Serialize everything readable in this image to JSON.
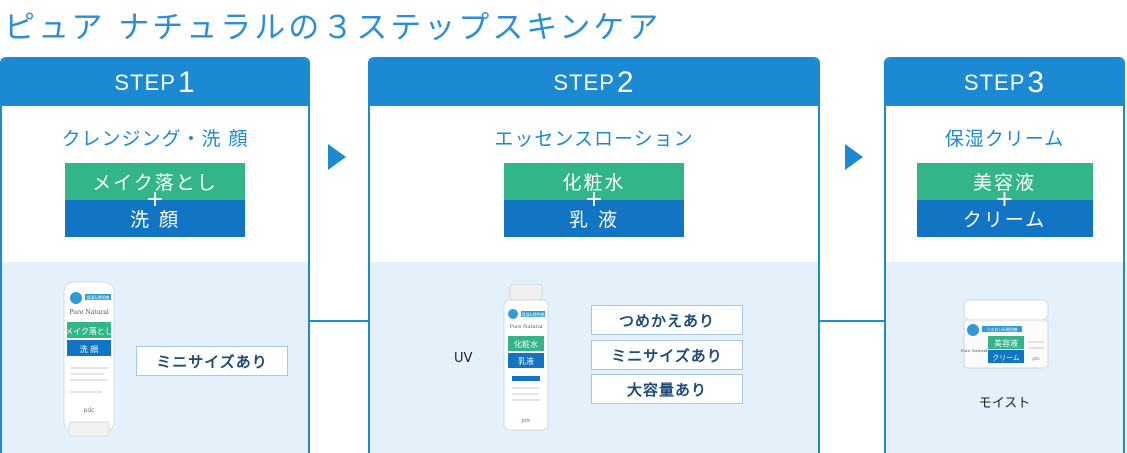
{
  "title": "ピュア ナチュラルの３ステップスキンケア",
  "steps": [
    {
      "step_word": "STEP",
      "step_num": "1",
      "subtitle": "クレンジング・洗 顔",
      "combo_top": "メイク落とし",
      "combo_plus": "+",
      "combo_bottom": "洗 顔",
      "tags": [
        "ミニサイズあり"
      ],
      "product": {
        "badge": "保湿&透明感",
        "brand": "Pure Natural",
        "name_top": "メイク落とし",
        "name_bottom": "洗 顔",
        "maker": "pdc"
      }
    },
    {
      "step_word": "STEP",
      "step_num": "2",
      "subtitle": "エッセンスローション",
      "combo_top": "化粧水",
      "combo_plus": "+",
      "combo_bottom": "乳 液",
      "label": "UV",
      "tags": [
        "つめかえあり",
        "ミニサイズあり",
        "大容量あり"
      ],
      "product": {
        "badge": "保湿&透明感",
        "brand": "Pure Natural",
        "name_top": "化粧水",
        "name_bottom": "乳液",
        "maker": "pdc"
      }
    },
    {
      "step_word": "STEP",
      "step_num": "3",
      "subtitle": "保湿クリーム",
      "combo_top": "美容液",
      "combo_plus": "+",
      "combo_bottom": "クリーム",
      "label": "モイスト",
      "tags": [],
      "product": {
        "badge": "うるおい&透明感",
        "brand": "Pure Natural",
        "name_top": "美容液",
        "name_bottom": "クリーム",
        "maker": "pdc"
      }
    }
  ],
  "colors": {
    "blue": "#1b8ad3",
    "green": "#33b58a",
    "navy": "#1275c3",
    "panel": "#e5f1fa"
  },
  "icons": {
    "step_arrow": "triangle-right-icon"
  }
}
